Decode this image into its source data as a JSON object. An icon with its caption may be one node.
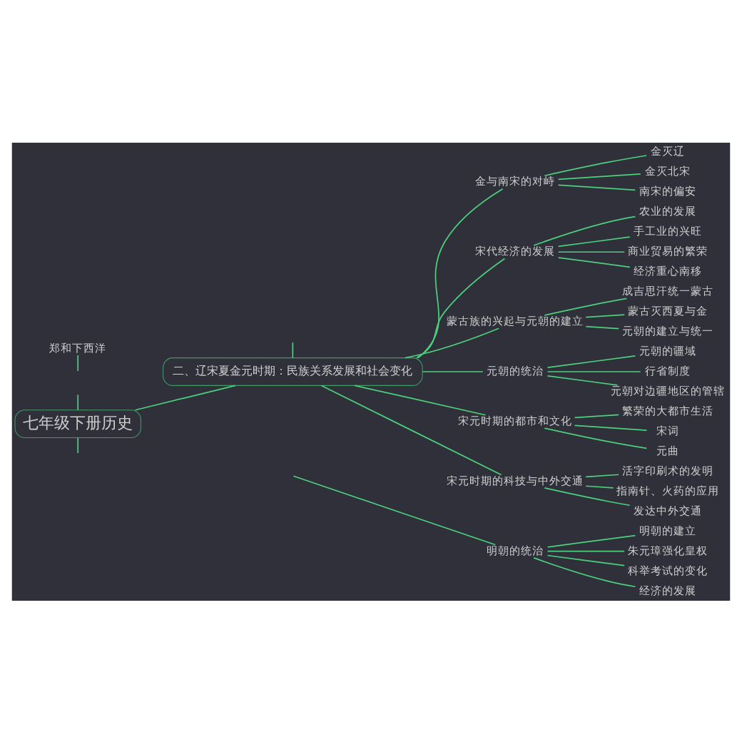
{
  "diagram": {
    "nodes": [
      {
        "text": [
          "七年级下册历史"
        ]
      },
      {
        "text": [
          "二、辽宋夏金元时期：民族关系发展和社会变化"
        ]
      },
      {
        "text": [
          "金与南宋的对峙"
        ]
      },
      {
        "text": [
          "金灭辽"
        ]
      },
      {
        "text": [
          "金灭北宋"
        ]
      },
      {
        "text": [
          "南宋的偏安"
        ]
      },
      {
        "text": [
          "宋代经济的发展"
        ]
      },
      {
        "text": [
          "农业的发展"
        ]
      },
      {
        "text": [
          "手工业的兴旺"
        ]
      },
      {
        "text": [
          "商业贸易的繁荣"
        ]
      },
      {
        "text": [
          "经济重心南移"
        ]
      },
      {
        "text": [
          "蒙古族的兴起与元朝的建立"
        ]
      },
      {
        "text": [
          "成吉思汗统一蒙古"
        ]
      },
      {
        "text": [
          "蒙古灭西夏与金"
        ]
      },
      {
        "text": [
          "元朝的建立与统一"
        ]
      },
      {
        "text": [
          "元朝的统治"
        ]
      },
      {
        "text": [
          "元朝的疆域"
        ]
      },
      {
        "text": [
          "行省制度"
        ]
      },
      {
        "text": [
          "元朝对边疆地区的管辖"
        ]
      },
      {
        "text": [
          "宋元时期的都市和文化"
        ]
      },
      {
        "text": [
          "繁荣的大都市生活"
        ]
      },
      {
        "text": [
          "宋词"
        ]
      },
      {
        "text": [
          "元曲"
        ]
      },
      {
        "text": [
          "宋元时期的科技与中外交通"
        ]
      },
      {
        "text": [
          "活字印刷术的发明"
        ]
      },
      {
        "text": [
          "指南针、火药的应用"
        ]
      },
      {
        "text": [
          "发达中外交通"
        ]
      },
      {
        "text": [
          "明朝的统治"
        ]
      },
      {
        "text": [
          "明朝的建立"
        ]
      },
      {
        "text": [
          "朱元璋强化皇权"
        ]
      },
      {
        "text": [
          "科举考试的变化"
        ]
      },
      {
        "text": [
          "经济的发展"
        ]
      },
      {
        "text": [
          "郑和下西洋"
        ]
      }
    ],
    "edges": [
      {
        "from": 0,
        "to": null,
        "arrow": "none"
      },
      {
        "from": 0,
        "to": 1,
        "arrow": "none"
      },
      {
        "from": 0,
        "to": null,
        "arrow": "none"
      },
      {
        "from": 1,
        "to": null,
        "arrow": "none"
      },
      {
        "from": 1,
        "to": 2,
        "arrow": "none"
      },
      {
        "from": 2,
        "to": 3,
        "arrow": "none"
      },
      {
        "from": 2,
        "to": 4,
        "arrow": "none"
      },
      {
        "from": 2,
        "to": 5,
        "arrow": "none"
      },
      {
        "from": 1,
        "to": 6,
        "arrow": "none"
      },
      {
        "from": 6,
        "to": 7,
        "arrow": "none"
      },
      {
        "from": 6,
        "to": 8,
        "arrow": "none"
      },
      {
        "from": 6,
        "to": 9,
        "arrow": "none"
      },
      {
        "from": 6,
        "to": 10,
        "arrow": "none"
      },
      {
        "from": 1,
        "to": 11,
        "arrow": "none"
      },
      {
        "from": 11,
        "to": 12,
        "arrow": "none"
      },
      {
        "from": 11,
        "to": 13,
        "arrow": "none"
      },
      {
        "from": 11,
        "to": 14,
        "arrow": "none"
      },
      {
        "from": 1,
        "to": 15,
        "arrow": "none"
      },
      {
        "from": 15,
        "to": 16,
        "arrow": "none"
      },
      {
        "from": 15,
        "to": 17,
        "arrow": "none"
      },
      {
        "from": 15,
        "to": 18,
        "arrow": "none"
      },
      {
        "from": 1,
        "to": 19,
        "arrow": "none"
      },
      {
        "from": 19,
        "to": 20,
        "arrow": "none"
      },
      {
        "from": 19,
        "to": 21,
        "arrow": "none"
      },
      {
        "from": 19,
        "to": 22,
        "arrow": "none"
      },
      {
        "from": 1,
        "to": 23,
        "arrow": "none"
      },
      {
        "from": 23,
        "to": 24,
        "arrow": "none"
      },
      {
        "from": 23,
        "to": 25,
        "arrow": "none"
      },
      {
        "from": 23,
        "to": 26,
        "arrow": "none"
      },
      {
        "from": null,
        "to": 27,
        "arrow": "none"
      },
      {
        "from": 27,
        "to": 28,
        "arrow": "none"
      },
      {
        "from": 27,
        "to": 29,
        "arrow": "none"
      },
      {
        "from": 27,
        "to": 30,
        "arrow": "none"
      },
      {
        "from": 27,
        "to": 31,
        "arrow": "none"
      },
      {
        "from": null,
        "to": 32,
        "arrow": "none"
      }
    ]
  }
}
